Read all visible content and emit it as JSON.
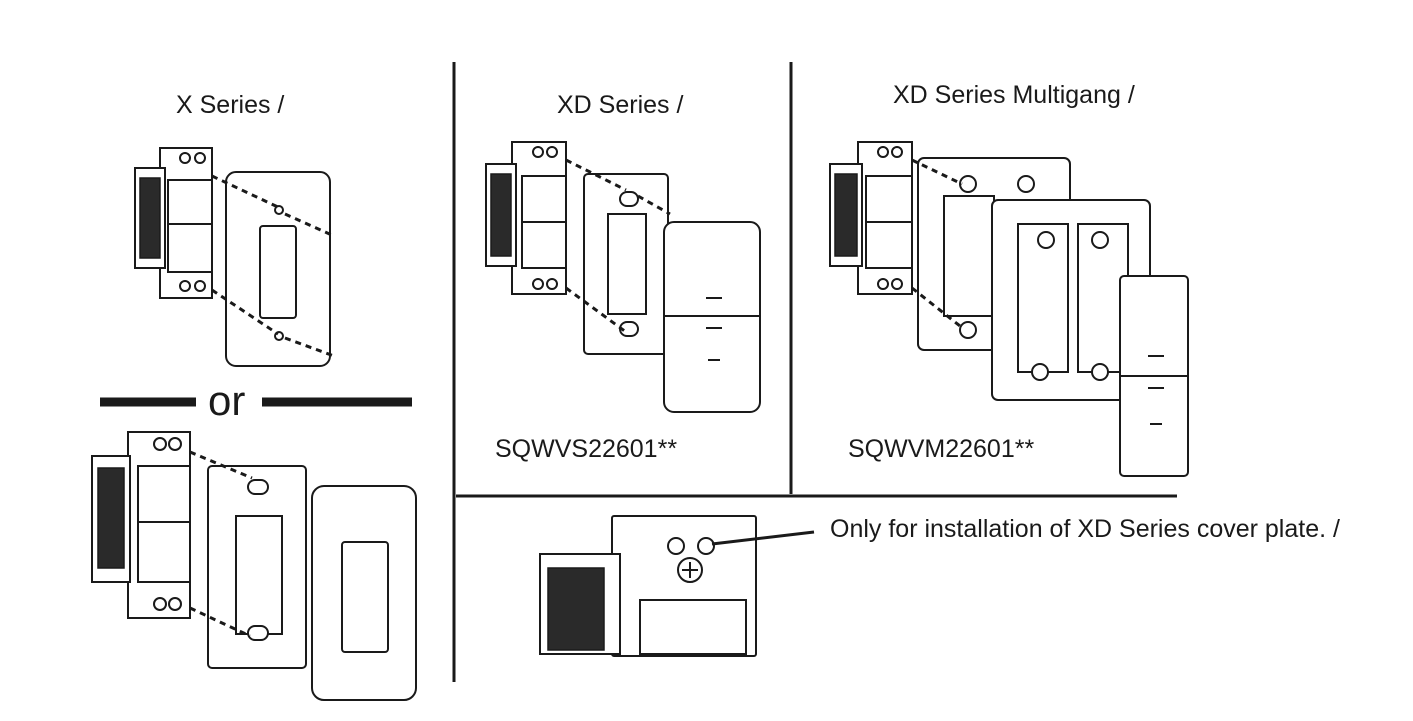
{
  "panels": {
    "x_series": {
      "title": "X Series /"
    },
    "separator_word": "or",
    "xd_series": {
      "title": "XD Series /",
      "model": "SQWVS22601**"
    },
    "xd_multigang": {
      "title": "XD Series Multigang /",
      "model": "SQWVM22601**"
    },
    "note": {
      "text": "Only for installation of XD Series cover plate. /"
    }
  }
}
